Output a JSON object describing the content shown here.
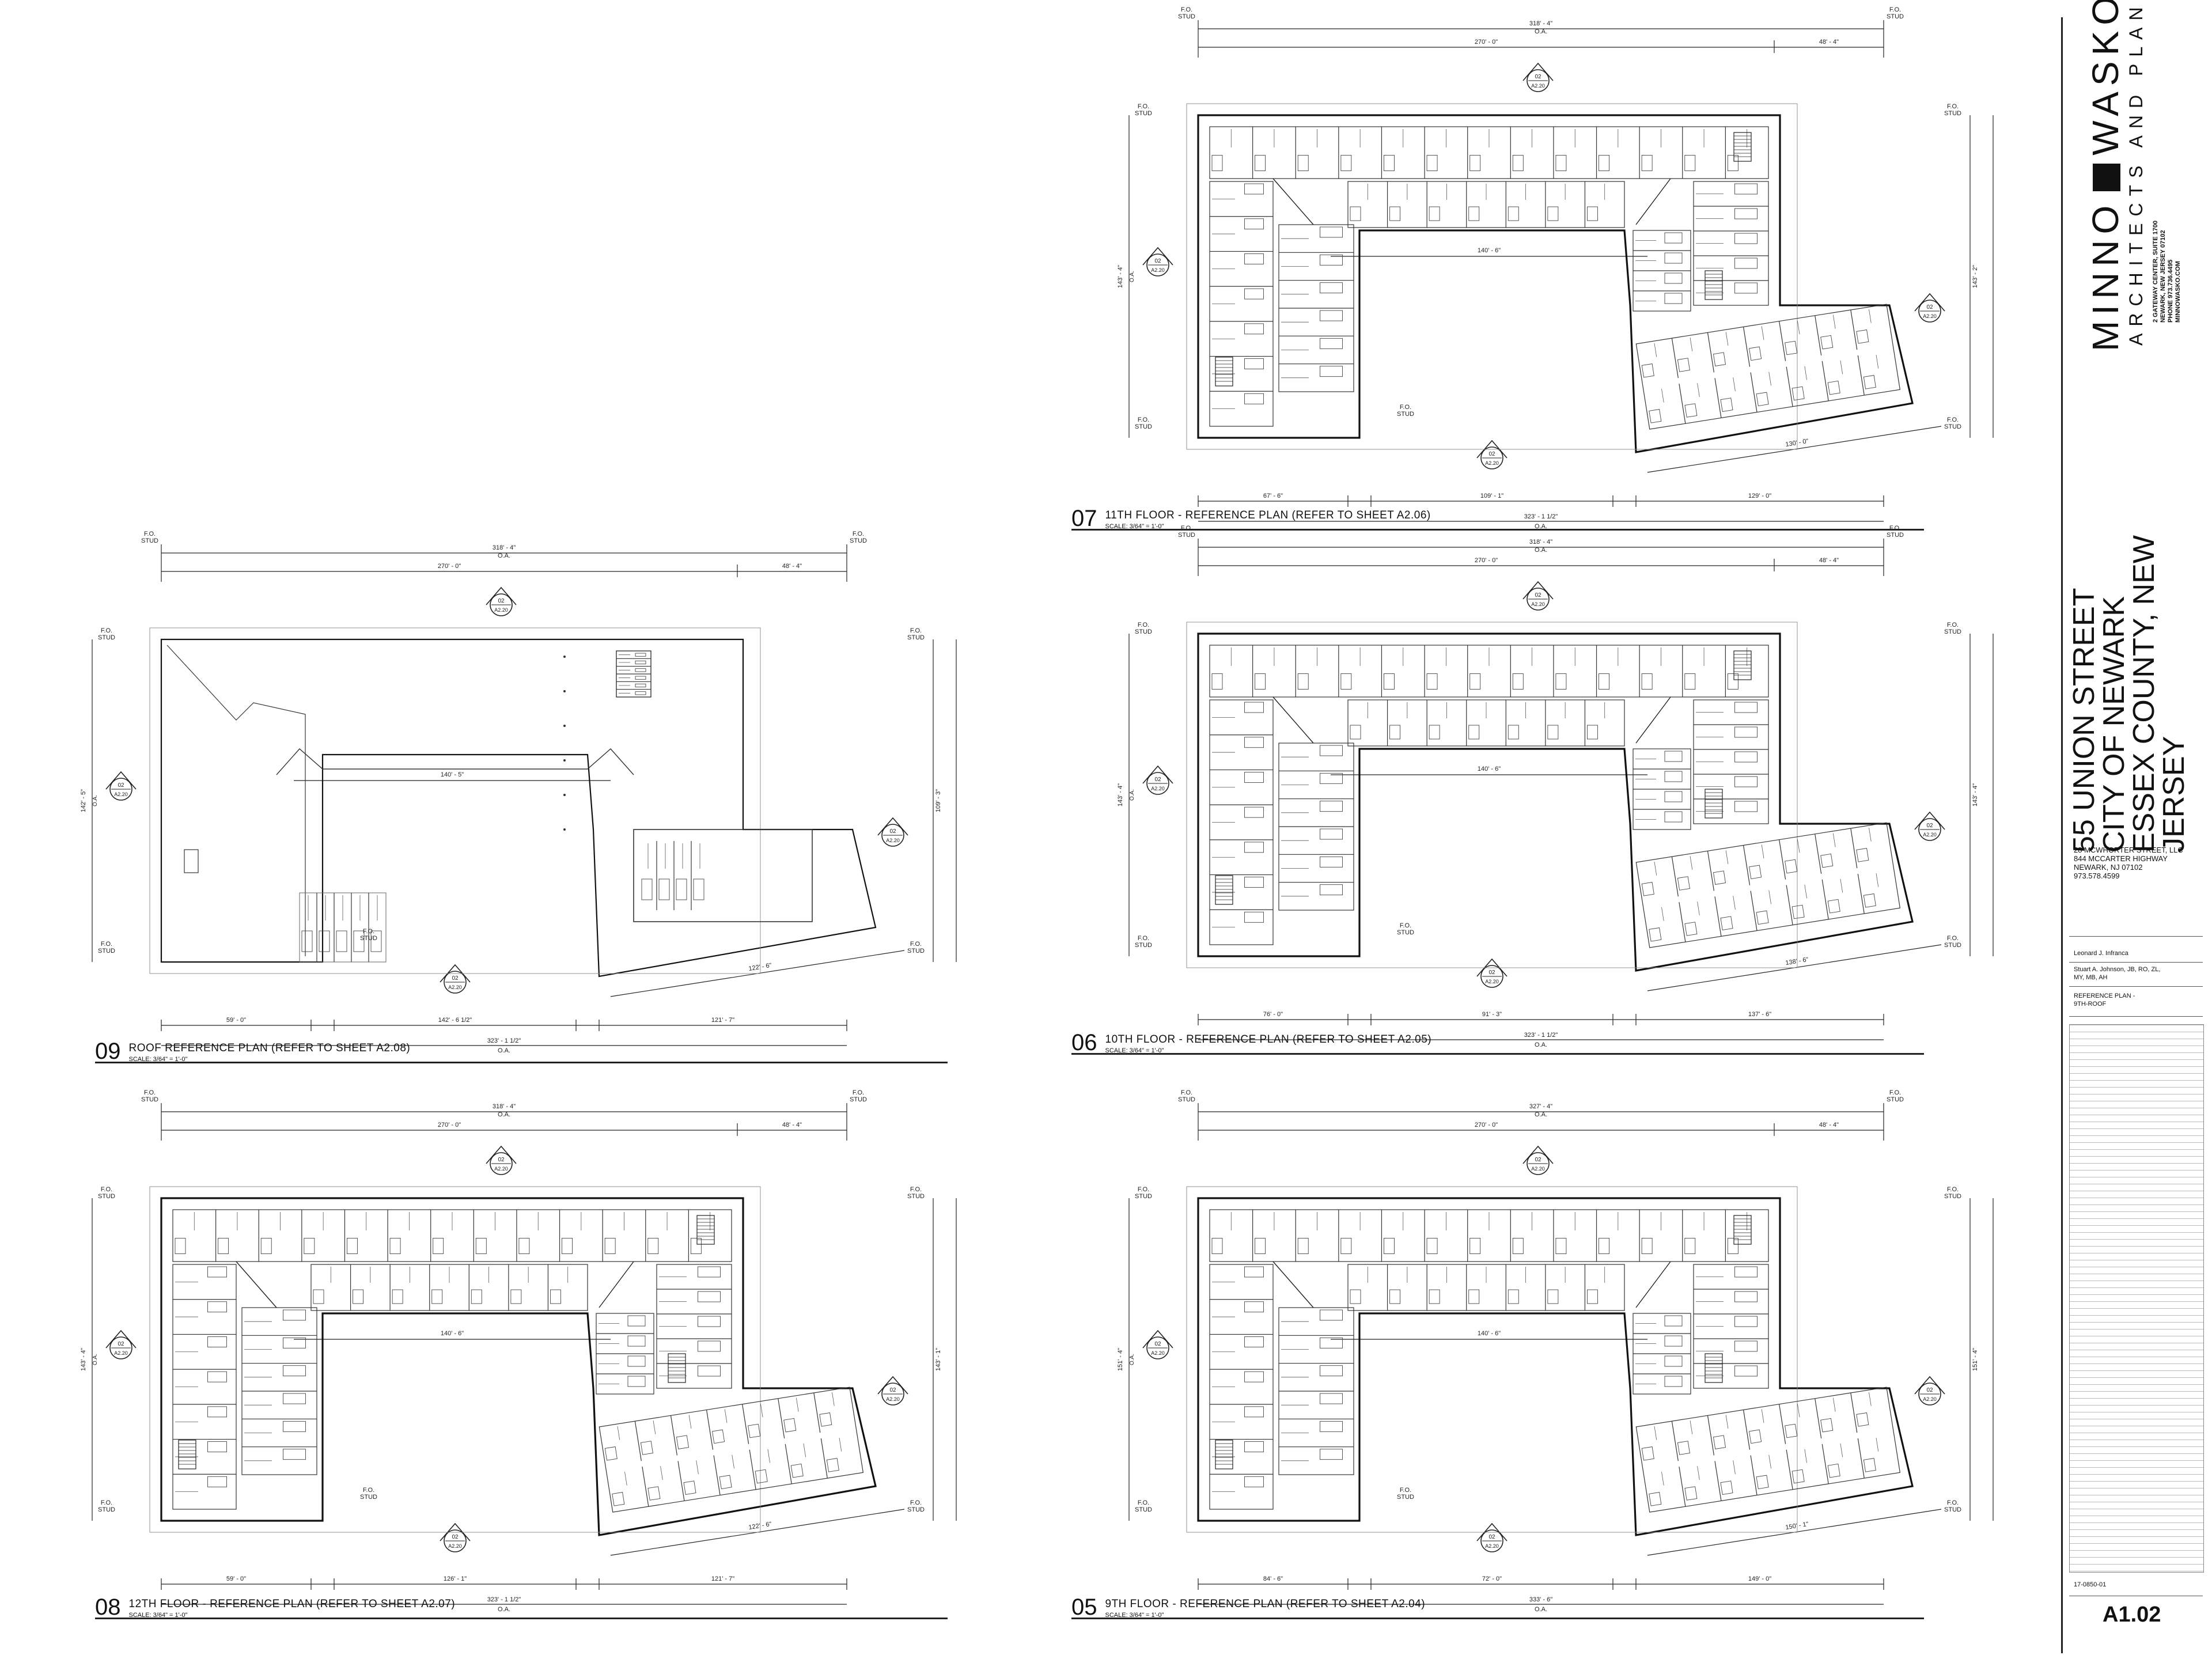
{
  "plans": [
    {
      "number": "07",
      "title": "11TH FLOOR - REFERENCE PLAN (REFER TO SHEET A2.06)",
      "scale": "SCALE: 3/64\" = 1'-0\"",
      "dims": {
        "top_total": "318' - 4\"",
        "top_a": "270' - 0\"",
        "top_b": "48' - 4\"",
        "inner": "140' - 6\"",
        "bot_total": "323' - 1 1/2\"",
        "bot_a": "67' - 6\"",
        "bot_b": "109' - 1\"",
        "bot_c": "129' - 0\"",
        "diag": "130' - 0\"",
        "left": "143' - 4\"",
        "right": "143' - 2\""
      }
    },
    {
      "number": "06",
      "title": "10TH FLOOR - REFERENCE PLAN (REFER TO SHEET A2.05)",
      "scale": "SCALE: 3/64\" = 1'-0\"",
      "dims": {
        "top_total": "318' - 4\"",
        "top_a": "270' - 0\"",
        "top_b": "48' - 4\"",
        "inner": "140' - 6\"",
        "bot_total": "323' - 1 1/2\"",
        "bot_a": "76' - 0\"",
        "bot_b": "91' - 3\"",
        "bot_c": "137' - 6\"",
        "diag": "138' - 6\"",
        "left": "143' - 4\"",
        "right": "143' - 4\""
      }
    },
    {
      "number": "09",
      "title": "ROOF REFERENCE PLAN (REFER TO SHEET A2.08)",
      "scale": "SCALE: 3/64\" = 1'-0\"",
      "dims": {
        "top_total": "318' - 4\"",
        "top_a": "270' - 0\"",
        "top_b": "48' - 4\"",
        "inner": "140' - 5\"",
        "bot_total": "323' - 1 1/2\"",
        "bot_a": "59' - 0\"",
        "bot_b": "142' - 6 1/2\"",
        "bot_c": "121' - 7\"",
        "diag": "122' - 6\"",
        "left": "142' - 5\"",
        "right": "109' - 3\""
      }
    },
    {
      "number": "08",
      "title": "12TH FLOOR - REFERENCE PLAN (REFER TO SHEET A2.07)",
      "scale": "SCALE: 3/64\" = 1'-0\"",
      "dims": {
        "top_total": "318' - 4\"",
        "top_a": "270' - 0\"",
        "top_b": "48' - 4\"",
        "inner": "140' - 6\"",
        "bot_total": "323' - 1 1/2\"",
        "bot_a": "59' - 0\"",
        "bot_b": "126' - 1\"",
        "bot_c": "121' - 7\"",
        "diag": "122' - 6\"",
        "left": "143' - 4\"",
        "right": "143' - 1\""
      }
    },
    {
      "number": "05",
      "title": "9TH FLOOR - REFERENCE PLAN (REFER TO SHEET A2.04)",
      "scale": "SCALE: 3/64\" = 1'-0\"",
      "dims": {
        "top_total": "327' - 4\"",
        "top_a": "270' - 0\"",
        "top_b": "48' - 4\"",
        "inner": "140' - 6\"",
        "bot_total": "333' - 6\"",
        "bot_a": "84' - 6\"",
        "bot_b": "72' - 0\"",
        "bot_c": "149' - 0\"",
        "diag": "150' - 1\"",
        "left": "151' - 4\"",
        "right": "151' - 4\""
      }
    }
  ],
  "labels": {
    "fo": "F.O.",
    "stud": "STUD",
    "oa": "O.A.",
    "sec_num": "02",
    "sec_sheet": "A2.20"
  },
  "titleblock": {
    "firm_name_a": "MINNO",
    "firm_name_b": "WASKO",
    "firm_sub": "ARCHITECTS AND PLANNERS",
    "firm_addr": [
      "2 GATEWAY CENTER, SUITE 1700",
      "NEWARK, NEW JERSEY 07102",
      "PHONE 973.736.4495",
      "MINNOWASKO.COM"
    ],
    "project": [
      "55 UNION STREET",
      "CITY OF NEWARK",
      "ESSEX COUNTY, NEW",
      "JERSEY"
    ],
    "client": [
      "28 MCWHORTER STREET, LLC",
      "844 MCCARTER HIGHWAY",
      "NEWARK, NJ 07102",
      "973.578.4599"
    ],
    "architect": "Leonard J. Infranca",
    "team": [
      "Stuart A. Johnson, JB, RO, ZL,",
      "MY, MB, AH"
    ],
    "sheet_title": [
      "REFERENCE PLAN -",
      "9TH-ROOF"
    ],
    "project_no": "17-0850-01",
    "sheet_no": "A1.02"
  }
}
